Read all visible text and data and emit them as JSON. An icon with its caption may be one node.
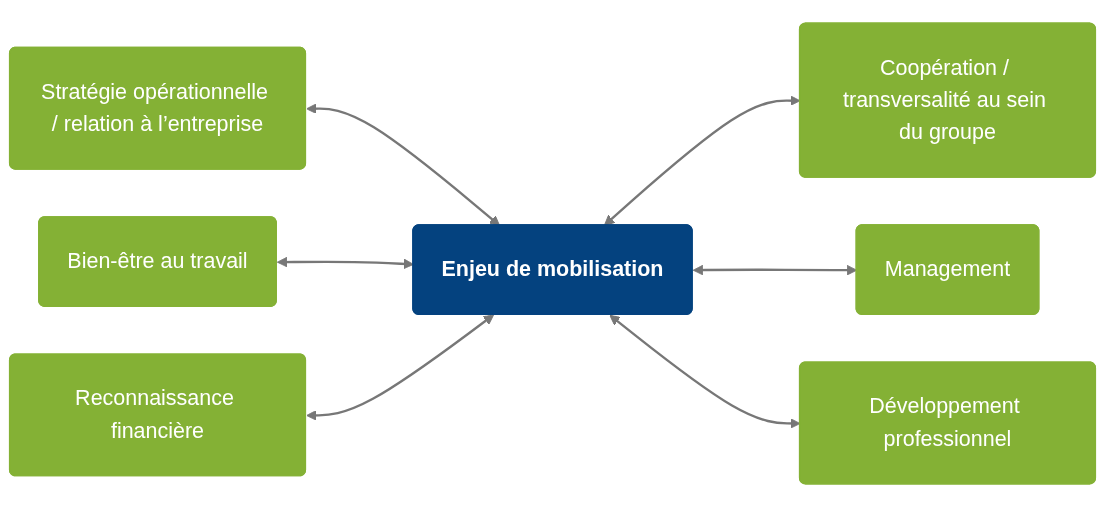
{
  "diagram": {
    "nodes": [
      {
        "text": [
          "Stratégie opérationnelle / relation à l’entreprise"
        ]
      },
      {
        "text": [
          "Coopération / transversalité au sein du groupe"
        ]
      },
      {
        "text": [
          "Bien-être au travail"
        ]
      },
      {
        "text": [
          "Enjeu de mobilisation"
        ]
      },
      {
        "text": [
          "Management"
        ]
      },
      {
        "text": [
          "Reconnaissance financière"
        ]
      },
      {
        "text": [
          "Développement professionnel"
        ]
      }
    ],
    "edges": [
      {
        "from": 0,
        "to": 3,
        "arrow": "both"
      },
      {
        "from": 3,
        "to": 1,
        "arrow": "both"
      },
      {
        "from": 2,
        "to": 3,
        "arrow": "both"
      },
      {
        "from": 3,
        "to": 4,
        "arrow": "both"
      },
      {
        "from": 5,
        "to": 3,
        "arrow": "both"
      },
      {
        "from": 3,
        "to": 6,
        "arrow": "both"
      }
    ]
  }
}
